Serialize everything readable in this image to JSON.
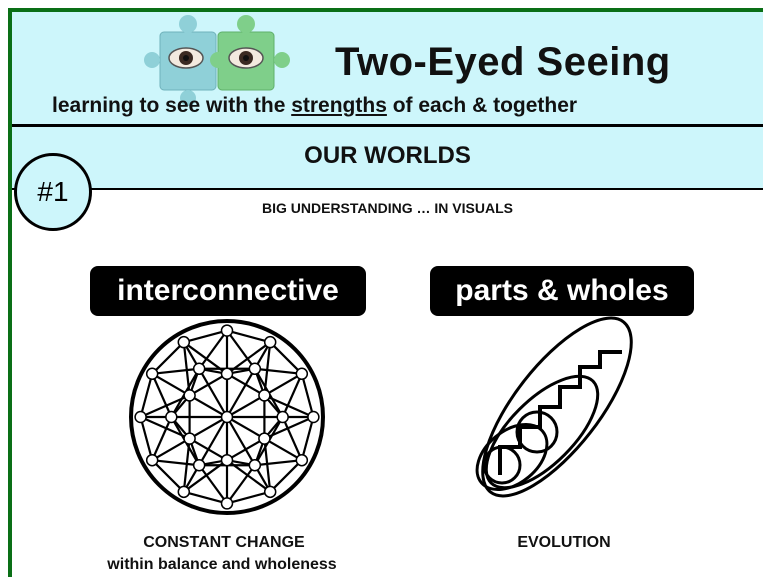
{
  "header": {
    "title": "Two-Eyed Seeing",
    "subtitle_pre": "learning to see with the ",
    "subtitle_emph": "strengths",
    "subtitle_post": " of each & together",
    "logo_icon": "two-eyed-puzzle-icon"
  },
  "section": {
    "title": "OUR WORLDS",
    "number": "#1",
    "tagline": "BIG UNDERSTANDING … IN VISUALS"
  },
  "concepts": [
    {
      "label": "interconnective",
      "icon": "geodesic-sphere-icon",
      "caption_line1": "CONSTANT CHANGE",
      "caption_line2": "within balance and wholeness"
    },
    {
      "label": "parts & wholes",
      "icon": "nested-ellipses-zigzag-icon",
      "caption_line1": "EVOLUTION"
    }
  ],
  "colors": {
    "banner": "#cdf6fb",
    "frame": "#0a6f16",
    "puzzle_left": "#8fd0d8",
    "puzzle_right": "#7fcf8a"
  }
}
